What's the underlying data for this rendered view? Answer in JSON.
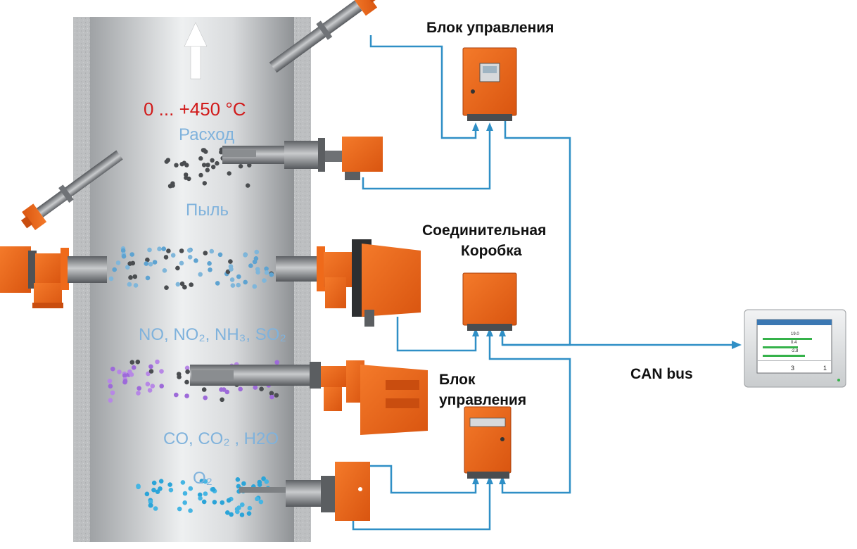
{
  "labels": {
    "temperature": "0 ... +450 °C",
    "flow": "Расход",
    "dust": "Пыль",
    "nox": "NO, NO₂, NH₃, SO₂",
    "co": "CO, CO₂ , H2O",
    "o2": "O₂",
    "control_unit_top": "Блок управления",
    "junction_box_line1": "Соединительная",
    "junction_box_line2": "Коробка",
    "control_unit_bottom_line1": "Блок",
    "control_unit_bottom_line2": "управления",
    "can_bus": "CAN bus"
  },
  "display": {
    "values": [
      "19.0",
      "0.4",
      "-2.8"
    ],
    "footer": [
      "3",
      "1"
    ]
  },
  "colors": {
    "accent_orange": "#ef6a1a",
    "wire_blue": "#2f8fc6",
    "label_blue": "#7fb2dc",
    "temp_red": "#d11b1b"
  }
}
